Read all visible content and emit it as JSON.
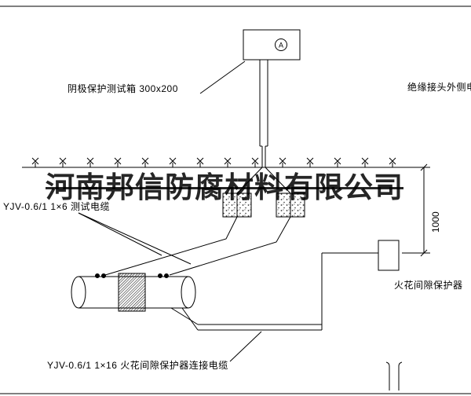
{
  "diagram": {
    "watermark": "河南邦信防腐材料有限公司",
    "labels": {
      "test_box": "阴极保护测试箱 300x200",
      "outside_cable": "绝缘接头外侧电缆",
      "test_cable": "YJV-0.6/1 1×6  测试电缆",
      "spark_gap_device": "火花间隙保护器",
      "connect_cable": "YJV-0.6/1 1×16  火花间隙保护器连接电缆",
      "dimension_1000": "1000",
      "meter_letter": "A"
    },
    "colors": {
      "line": "#000000",
      "background": "#ffffff",
      "watermark": "#000000"
    }
  }
}
